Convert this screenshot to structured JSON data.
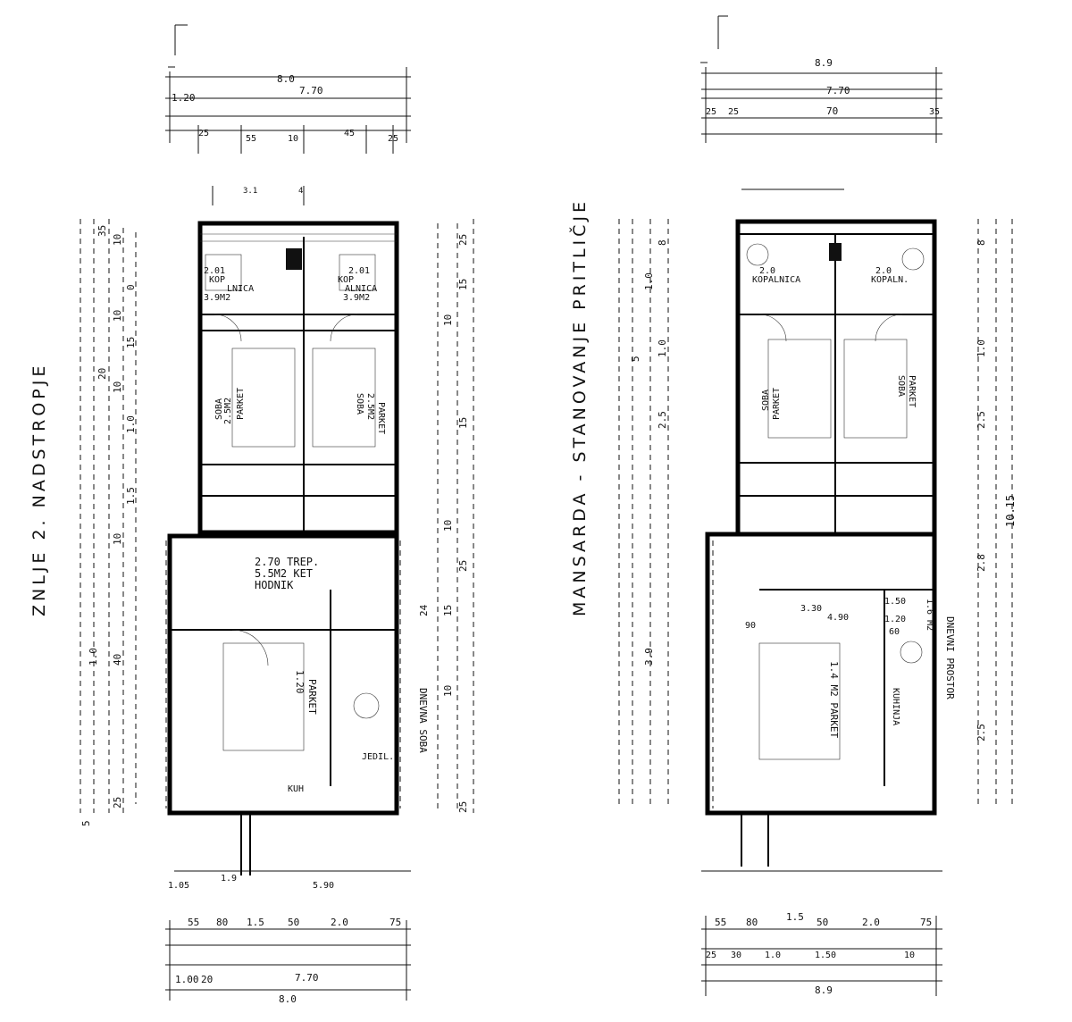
{
  "left_plan": {
    "vertical_title": "ZNLJE 2. NADSTROPJE",
    "top_dims": {
      "total": "8.0",
      "d1": "7.70",
      "left": "1.20",
      "sub": [
        "25",
        "55",
        "10",
        "45",
        "25"
      ],
      "marks": [
        "3.1",
        "4"
      ]
    },
    "rooms": [
      {
        "name": "kopalnica-left",
        "lines": [
          "2.01",
          "KOP",
          "LNICA",
          "3.9M2"
        ]
      },
      {
        "name": "kopalnica-right",
        "lines": [
          "2.01",
          "KOP",
          "ALNICA",
          "3.9M2"
        ]
      },
      {
        "name": "soba-left",
        "lines": [
          "SOBA",
          "2.5M2",
          "PARKET"
        ]
      },
      {
        "name": "soba-right",
        "lines": [
          "SOBA",
          "2.5M2",
          "PARKET"
        ]
      },
      {
        "name": "hodnik",
        "lines": [
          "2.70 TREP.",
          "5.5M2 KET",
          "HODNIK"
        ]
      },
      {
        "name": "dnevna-soba",
        "lines": [
          "DNEVNA SOBA",
          "1.20",
          "PARKET"
        ]
      },
      {
        "name": "kuhinja",
        "lines": [
          "KUH",
          "JEDIL."
        ]
      }
    ],
    "side_dims_left": [
      "10",
      "35",
      "0",
      "10",
      "15",
      "20",
      "10",
      "1.0",
      "1.5",
      "10",
      "40",
      "25",
      "5",
      "1.0"
    ],
    "side_dims_right": [
      "25",
      "15",
      "10",
      "15",
      "10",
      "25",
      "15",
      "24",
      "10",
      "25"
    ],
    "bottom_dims": {
      "row1": [
        "55",
        "80",
        "1.5",
        "50",
        "2.0",
        "75"
      ],
      "row2": [
        "1.00",
        "20",
        "7.70"
      ],
      "total": "8.0",
      "extra": [
        "1.05",
        "1.9",
        "5.90"
      ]
    }
  },
  "right_plan": {
    "vertical_title": "MANSARDA - STANOVANJE PRITLIČJE",
    "top_dims": {
      "total": "8.9",
      "d1": "7.70",
      "d2": "70",
      "sub": [
        "25",
        "25",
        "35"
      ]
    },
    "rooms": [
      {
        "name": "kopalnica-left",
        "lines": [
          "2.0",
          "KOPALNICA"
        ]
      },
      {
        "name": "kopalnica-right",
        "lines": [
          "2.0",
          "KOPALN."
        ]
      },
      {
        "name": "soba-left",
        "lines": [
          "SOBA",
          "PARKET"
        ]
      },
      {
        "name": "soba-right",
        "lines": [
          "SOBA",
          "PARKET"
        ]
      },
      {
        "name": "dnevni-prostor",
        "lines": [
          "DNEVNI PROSTOR",
          "1.4 M2 PARKET"
        ]
      },
      {
        "name": "kuhinja",
        "lines": [
          "KUHINJA",
          "1.6 M2"
        ]
      }
    ],
    "dims": [
      "3.30",
      "4.90",
      "1.50",
      "90",
      "60",
      "1.20"
    ],
    "side_dims_left": [
      "8",
      "1.0",
      "5",
      "1.0",
      "2.5",
      "3.9"
    ],
    "side_dims_right": [
      "8",
      "1.0",
      "2.5",
      "10.15",
      "2.8",
      "2.5"
    ],
    "bottom_dims": {
      "row1": [
        "55",
        "80",
        "1.5",
        "50",
        "2.0",
        "75"
      ],
      "row2": [
        "25",
        "30",
        "1.0",
        "1.50",
        "10"
      ],
      "total": "8.9"
    }
  }
}
